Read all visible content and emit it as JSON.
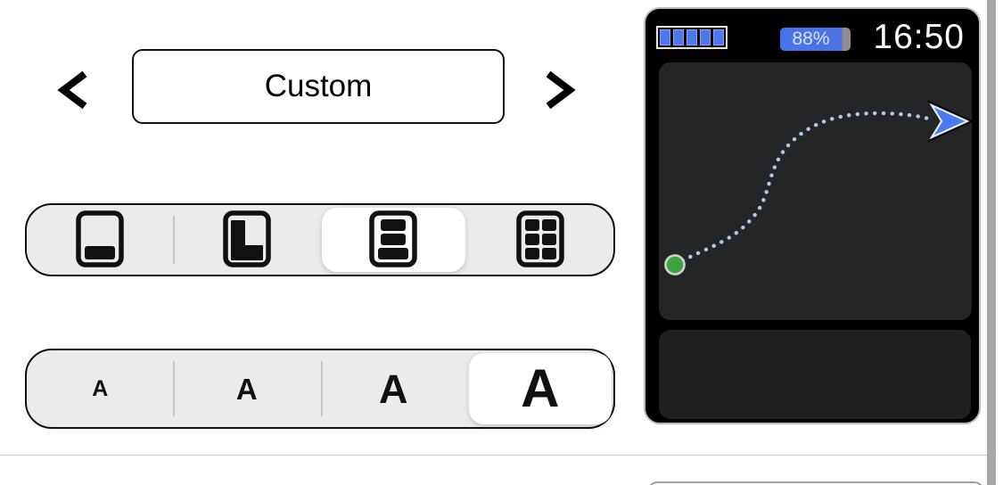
{
  "profile_selector": {
    "selected_profile": "Custom",
    "prev_icon": "chevron-left",
    "next_icon": "chevron-right"
  },
  "layout_control": {
    "options": [
      {
        "name": "single-field-bottom",
        "selected": false
      },
      {
        "name": "l-shape-layout",
        "selected": false
      },
      {
        "name": "three-row-layout",
        "selected": true
      },
      {
        "name": "six-field-grid",
        "selected": false
      }
    ]
  },
  "font_size_control": {
    "options": [
      {
        "label": "A",
        "size": "small",
        "selected": false
      },
      {
        "label": "A",
        "size": "medium",
        "selected": false
      },
      {
        "label": "A",
        "size": "large",
        "selected": false
      },
      {
        "label": "A",
        "size": "extra-large",
        "selected": true
      }
    ]
  },
  "device_preview": {
    "status_bar": {
      "battery_segments": 5,
      "battery_label": "88%",
      "time": "16:50"
    },
    "map": {
      "route_style": "dotted-line",
      "start_marker": "green-dot",
      "end_marker": "blue-direction-arrow"
    }
  },
  "colors": {
    "battery_blue": "#4b76ee",
    "badge_fill_blue": "#4a73e8",
    "badge_empty_gray": "#8e8e93",
    "route_dot": "#b2c7ef",
    "arrow_blue": "#4a7af0",
    "start_green": "#3ea23e",
    "control_bg": "#ebebed",
    "selected_pill": "#ffffff"
  }
}
